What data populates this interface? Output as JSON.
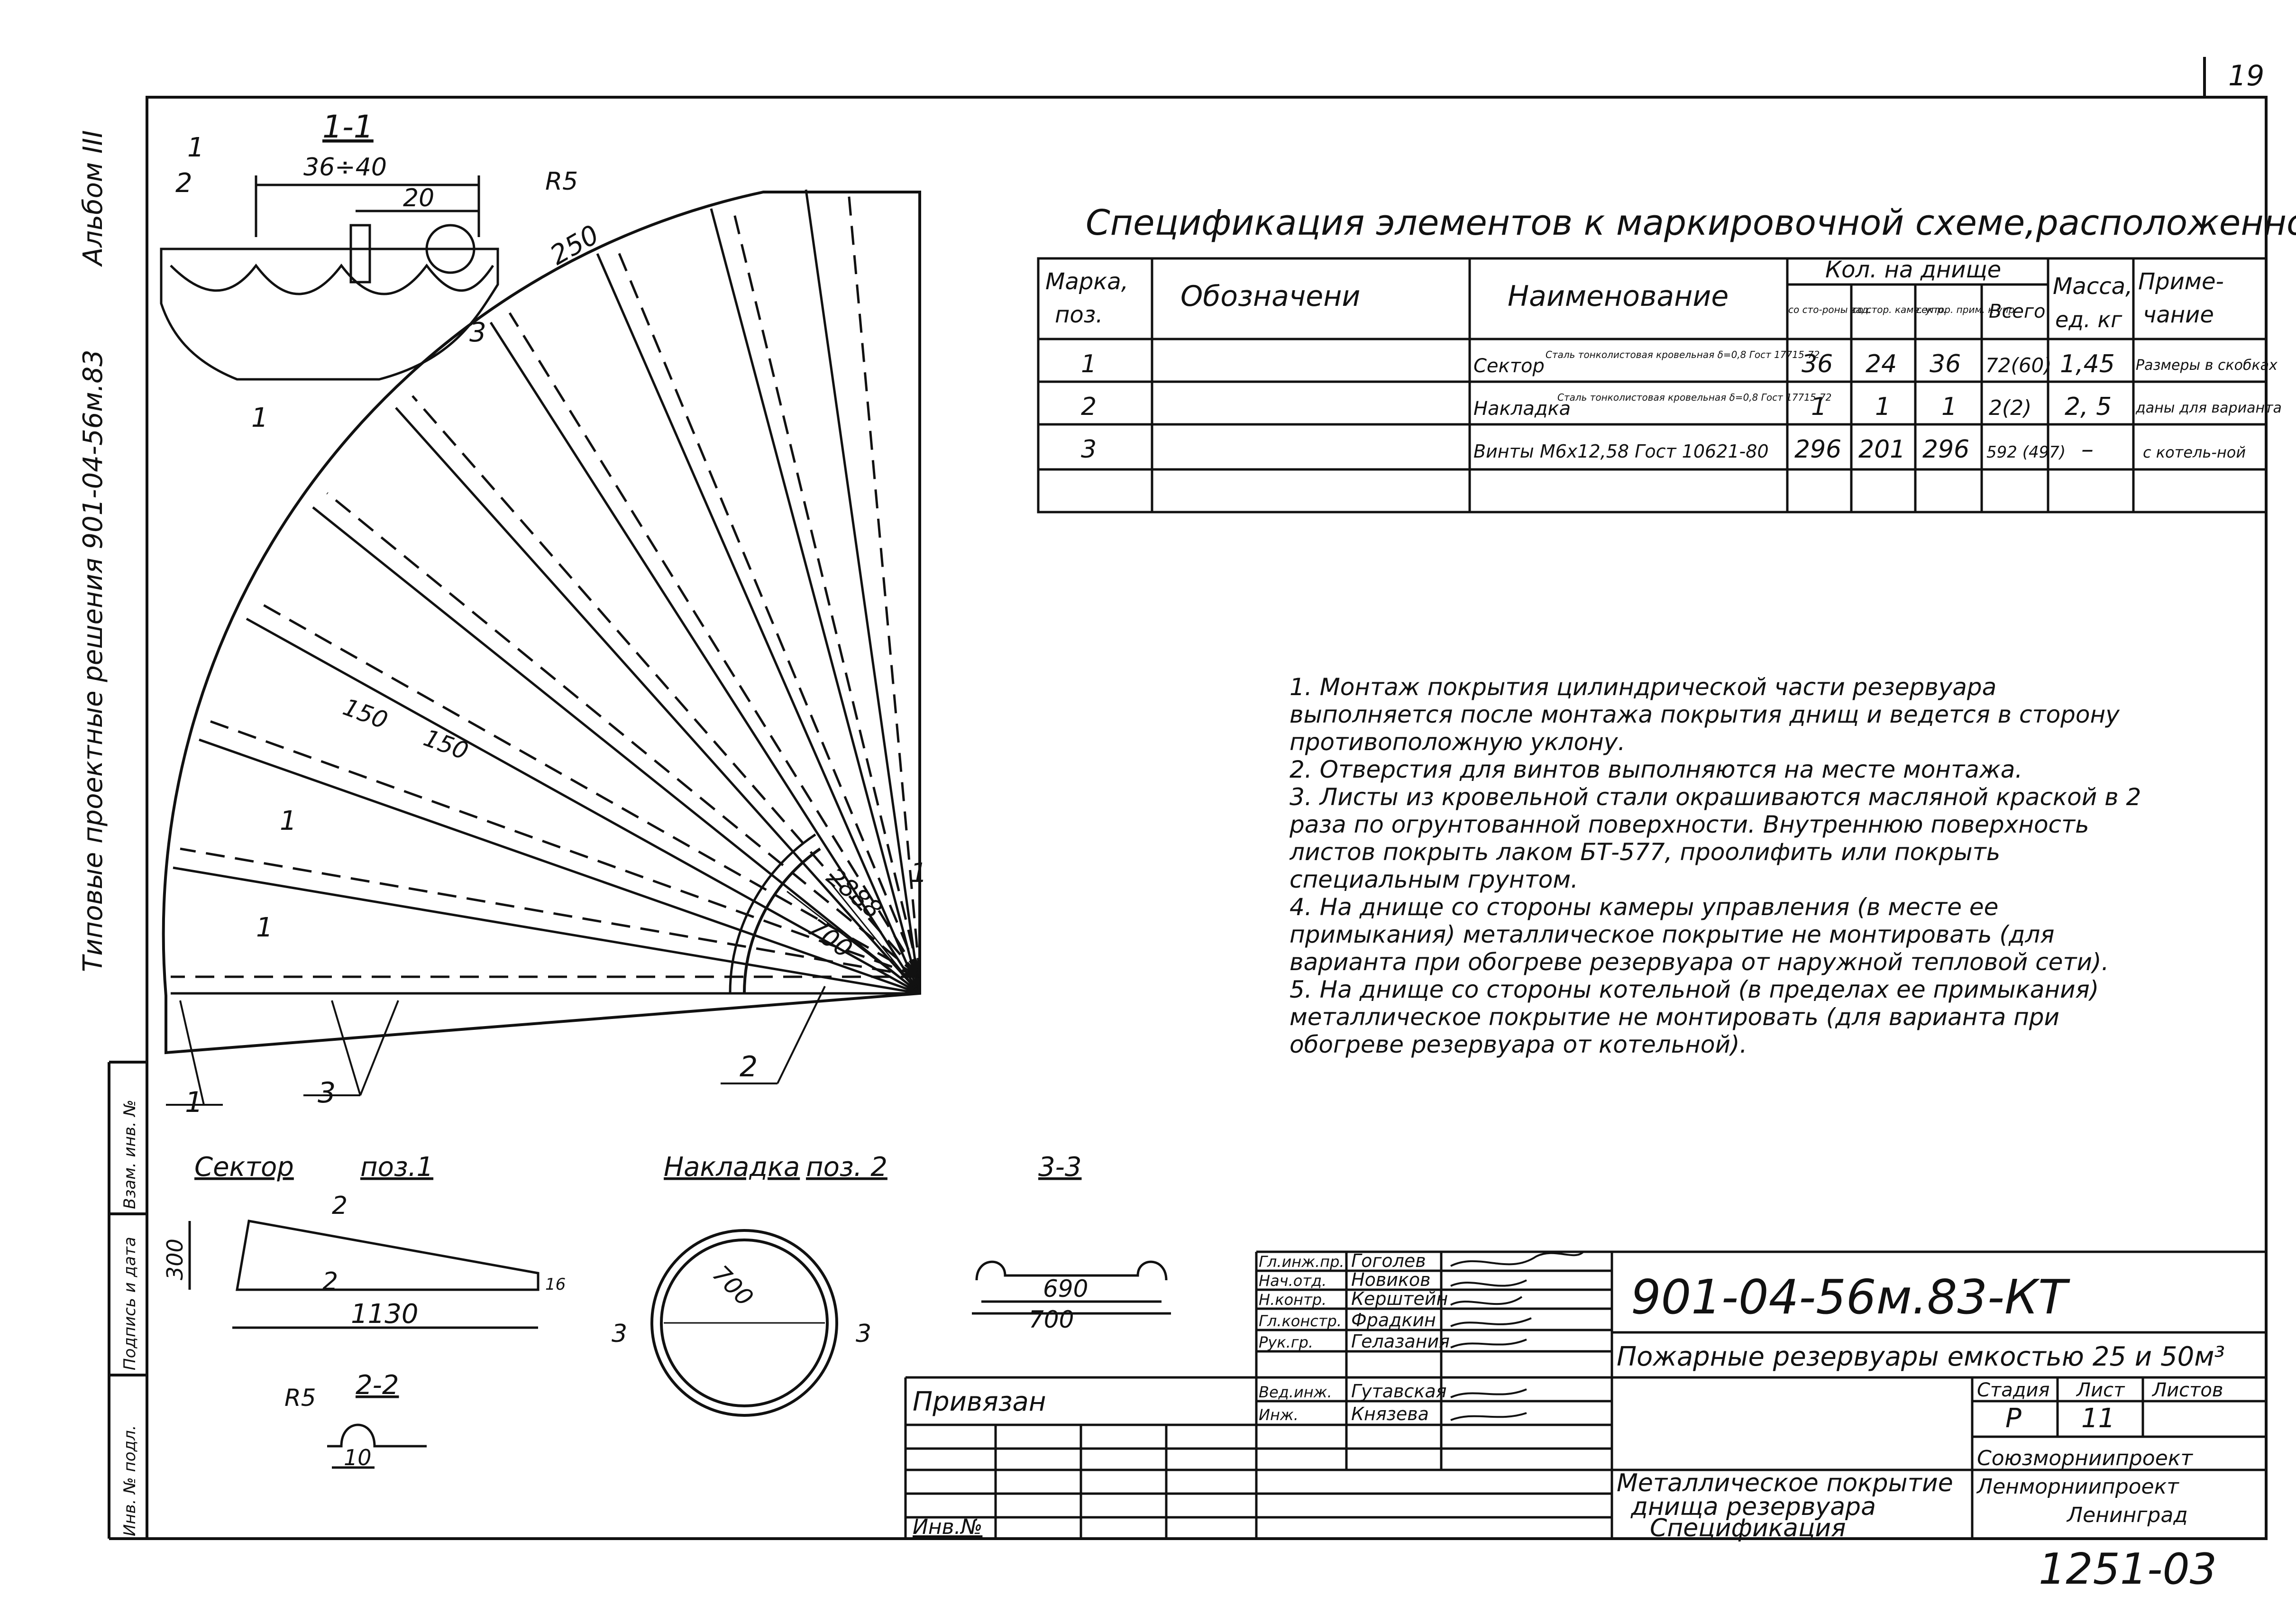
{
  "page_number": "19",
  "side_labels": {
    "album": "Альбом III",
    "series": "Типовые проектные решения 901-04-56м.83",
    "stamp_inv_no": "Инв. № подл.",
    "stamp_sign_date": "Подпись и дата",
    "stamp_replace": "Взам. инв. №"
  },
  "spec": {
    "title": "Спецификация элементов к маркировочной схеме,расположенной·на листе",
    "headers": {
      "mark": "Марка, поз.",
      "designation": "Обозначени",
      "name": "Наименование",
      "qty": "Кол. на днище",
      "qty_sub1": "со сто-роны зад.",
      "qty_sub2": "со стор. каме. упр.",
      "qty_sub3": "сектор. прим. к упр.",
      "qty_total": "Всего",
      "mass": "Масса, ед. кг",
      "note": "Приме-чание"
    },
    "rows": [
      {
        "mark": "1",
        "designation": "",
        "name": "Сектор",
        "name_sub": "Сталь тонколистовая кровельная δ=0,8 Гост 17715-72",
        "q1": "36",
        "q2": "24",
        "q3": "36",
        "total": "72(60)",
        "mass": "1,45",
        "note": "Размеры в скобках"
      },
      {
        "mark": "2",
        "designation": "",
        "name": "Накладка",
        "name_sub": "Сталь тонколистовая кровельная δ=0,8 Гост 17715-72",
        "q1": "1",
        "q2": "1",
        "q3": "1",
        "total": "2(2)",
        "mass": "2, 5",
        "note": "даны для варианта"
      },
      {
        "mark": "3",
        "designation": "",
        "name": "Винты М6х12,58 Гост 10621-80",
        "name_sub": "",
        "q1": "296",
        "q2": "201",
        "q3": "296",
        "total": "592 (497)",
        "mass": "–",
        "note": "с котель-ной"
      }
    ]
  },
  "notes": [
    "1. Монтаж покрытия цилиндрической части резервуара выполняется после монтажа покрытия днищ и ведется в сторону противоположную уклону.",
    "2. Отверстия для винтов выполняются на месте монтажа.",
    "3. Листы из кровельной стали окрашиваются масляной краской в 2 раза по огрунтованной поверхности. Внутреннюю поверхность листов покрыть лаком БТ-577, проолифить или покрыть специальным грунтом.",
    "4. На днище со стороны камеры управления (в месте ее примыкания) металлическое покрытие не монтировать (для варианта при обогреве резервуара от наружной тепловой сети).",
    "5. На днище со стороны котельной (в пределах ее примыкания) металлическое покрытие не монтировать (для варианта при обогреве резервуара от котельной)."
  ],
  "drawing_labels": {
    "section_1_1": "1-1",
    "dim_36_40": "36÷40",
    "dim_20": "20",
    "r5": "R5",
    "dim_250": "250",
    "dim_150a": "150",
    "dim_150b": "150",
    "dim_2888": "2888",
    "dim_700": "700",
    "pos1": "1",
    "pos2": "2",
    "pos3": "3",
    "cut1": "1",
    "sector_title": "Сектор",
    "sector_pos": "поз.1",
    "dim_300": "300",
    "dim_1130": "1130",
    "dim_16": "16",
    "section_2_2": "2-2",
    "dim_10": "10",
    "plate_title": "Накладка",
    "plate_pos": "поз. 2",
    "plate_dia": "700",
    "section_3_3": "3-3",
    "dim_690": "690",
    "dim_700b": "700"
  },
  "title_block": {
    "code": "901-04-56м.83-КТ",
    "project": "Пожарные резервуары емкостью 25 и 50м³",
    "sheet_title": "Металлическое покрытие днища резервуара Спецификация",
    "stage_label": "Стадия",
    "sheet_label": "Лист",
    "sheets_label": "Листов",
    "stage": "Р",
    "sheet": "11",
    "org1": "Союзморниипроект",
    "org2": "Ленморниипроект",
    "org3": "Ленинград",
    "tied": "Привязан",
    "inv": "Инв.№",
    "people": [
      {
        "role": "Гл.инж.пр.",
        "name": "Гоголев"
      },
      {
        "role": "Нач.отд.",
        "name": "Новиков"
      },
      {
        "role": "Н.контр.",
        "name": "Керштейн"
      },
      {
        "role": "Гл.констр.",
        "name": "Фрадкин"
      },
      {
        "role": "Рук.гр.",
        "name": "Гелазания"
      },
      {
        "role": "Вед.инж.",
        "name": "Гутавская"
      },
      {
        "role": "Инж.",
        "name": "Князева"
      }
    ],
    "archive_no": "1251-03"
  }
}
